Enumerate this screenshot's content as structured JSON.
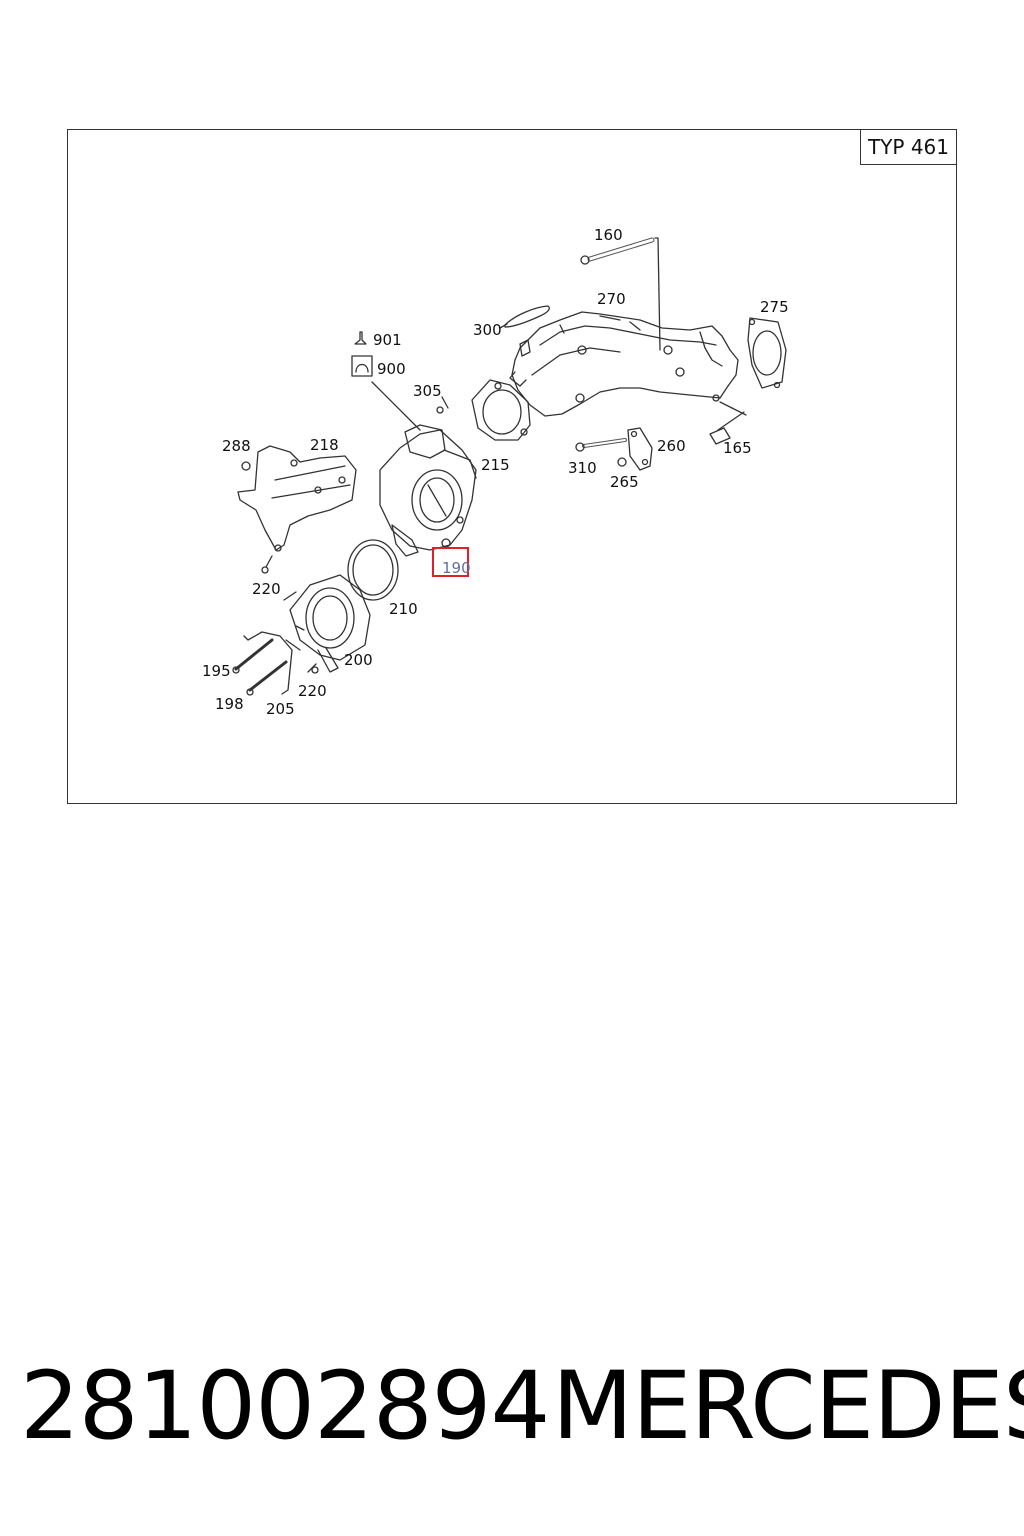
{
  "diagram": {
    "type_label": "TYP 461",
    "callouts": [
      {
        "id": "160",
        "label": "160"
      },
      {
        "id": "270",
        "label": "270"
      },
      {
        "id": "275",
        "label": "275"
      },
      {
        "id": "300",
        "label": "300"
      },
      {
        "id": "901",
        "label": "901"
      },
      {
        "id": "900",
        "label": "900"
      },
      {
        "id": "305",
        "label": "305"
      },
      {
        "id": "288",
        "label": "288"
      },
      {
        "id": "218",
        "label": "218"
      },
      {
        "id": "215",
        "label": "215"
      },
      {
        "id": "310",
        "label": "310"
      },
      {
        "id": "260",
        "label": "260"
      },
      {
        "id": "265",
        "label": "265"
      },
      {
        "id": "165",
        "label": "165"
      },
      {
        "id": "190",
        "label": "190",
        "highlighted": true
      },
      {
        "id": "220a",
        "label": "220"
      },
      {
        "id": "210",
        "label": "210"
      },
      {
        "id": "200",
        "label": "200"
      },
      {
        "id": "195",
        "label": "195"
      },
      {
        "id": "220b",
        "label": "220"
      },
      {
        "id": "198",
        "label": "198"
      },
      {
        "id": "205",
        "label": "205"
      }
    ],
    "highlight_color": "#e0202a"
  },
  "footer": {
    "part_number": "281002894",
    "brand": "MERCEDES"
  }
}
